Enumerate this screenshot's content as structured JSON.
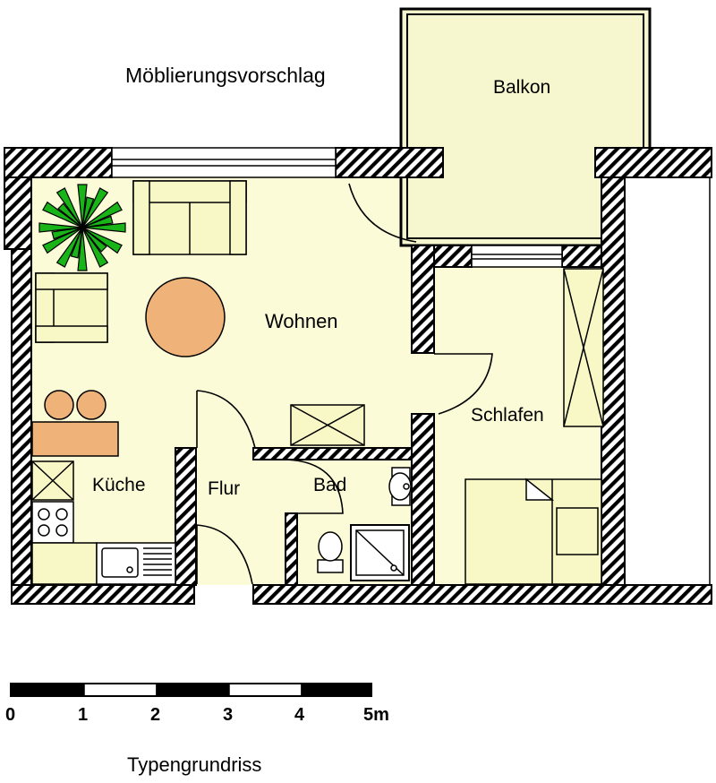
{
  "header": {
    "title": "Möblierungsvorschlag"
  },
  "rooms": {
    "balkon": "Balkon",
    "wohnen": "Wohnen",
    "schlafen": "Schlafen",
    "kueche": "Küche",
    "flur": "Flur",
    "bad": "Bad"
  },
  "scale": {
    "ticks": [
      "0",
      "1",
      "2",
      "3",
      "4",
      "5m"
    ]
  },
  "footer": {
    "caption": "Typengrundriss"
  },
  "colors": {
    "floor": "#fbfbd7",
    "balcony": "#f7f7cf",
    "furniture": "#f8f8c6",
    "wood": "#efb37a",
    "plant": "#18b418",
    "wall_hatch": "#000000"
  }
}
